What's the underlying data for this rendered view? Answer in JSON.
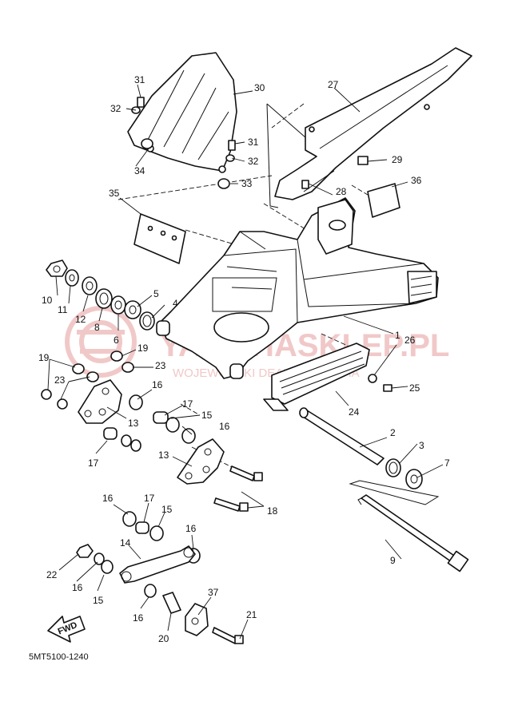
{
  "diagram": {
    "code": "5MT5100-1240",
    "fwd_label": "FWD",
    "watermark": {
      "main": "YAMAHASKLEP.PL",
      "sub": "WOJEWÓDZKI DEALER YAMAHA"
    },
    "callouts": [
      {
        "n": "1"
      },
      {
        "n": "2"
      },
      {
        "n": "3"
      },
      {
        "n": "4"
      },
      {
        "n": "5"
      },
      {
        "n": "6"
      },
      {
        "n": "7"
      },
      {
        "n": "8"
      },
      {
        "n": "9"
      },
      {
        "n": "10"
      },
      {
        "n": "11"
      },
      {
        "n": "12"
      },
      {
        "n": "13"
      },
      {
        "n": "13"
      },
      {
        "n": "14"
      },
      {
        "n": "15"
      },
      {
        "n": "15"
      },
      {
        "n": "15"
      },
      {
        "n": "16"
      },
      {
        "n": "16"
      },
      {
        "n": "16"
      },
      {
        "n": "16"
      },
      {
        "n": "16"
      },
      {
        "n": "16"
      },
      {
        "n": "17"
      },
      {
        "n": "17"
      },
      {
        "n": "17"
      },
      {
        "n": "18"
      },
      {
        "n": "19"
      },
      {
        "n": "19"
      },
      {
        "n": "20"
      },
      {
        "n": "21"
      },
      {
        "n": "22"
      },
      {
        "n": "23"
      },
      {
        "n": "23"
      },
      {
        "n": "24"
      },
      {
        "n": "25"
      },
      {
        "n": "26"
      },
      {
        "n": "27"
      },
      {
        "n": "28"
      },
      {
        "n": "29"
      },
      {
        "n": "30"
      },
      {
        "n": "31"
      },
      {
        "n": "31"
      },
      {
        "n": "32"
      },
      {
        "n": "32"
      },
      {
        "n": "33"
      },
      {
        "n": "34"
      },
      {
        "n": "35"
      },
      {
        "n": "36"
      },
      {
        "n": "37"
      }
    ]
  }
}
